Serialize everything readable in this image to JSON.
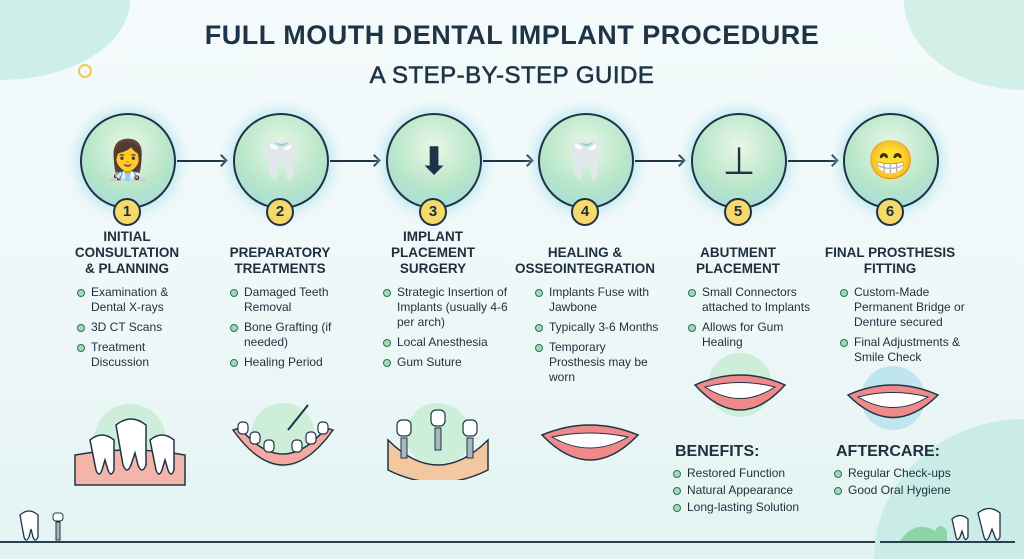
{
  "header": {
    "title": "FULL MOUTH DENTAL IMPLANT PROCEDURE",
    "subtitle": "A STEP-BY-STEP GUIDE"
  },
  "steps": [
    {
      "number": "1",
      "title": [
        "INITIAL",
        "CONSULTATION",
        "& PLANNING"
      ],
      "icon": "consultation-icon",
      "bullets": [
        "Examination & Dental X-rays",
        "3D CT Scans",
        "Treatment Discussion"
      ]
    },
    {
      "number": "2",
      "title": [
        "PREPARATORY",
        "TREATMENTS"
      ],
      "icon": "extraction-tools-icon",
      "bullets": [
        "Damaged Teeth Removal",
        "Bone Grafting (if needed)",
        "Healing Period"
      ]
    },
    {
      "number": "3",
      "title": [
        "IMPLANT",
        "PLACEMENT",
        "SURGERY"
      ],
      "icon": "implant-insertion-icon",
      "bullets": [
        "Strategic Insertion of Implants (usually 4-6 per arch)",
        "Local Anesthesia",
        "Gum Suture"
      ]
    },
    {
      "number": "4",
      "title": [
        "HEALING &",
        "OSSEOINTEGRATION"
      ],
      "icon": "implant-in-bone-icon",
      "bullets": [
        "Implants Fuse with Jawbone",
        "Typically 3-6 Months",
        "Temporary Prosthesis may be worn"
      ]
    },
    {
      "number": "5",
      "title": [
        "ABUTMENT",
        "PLACEMENT"
      ],
      "icon": "abutment-icon",
      "bullets": [
        "Small Connectors attached to Implants",
        "Allows for Gum Healing"
      ]
    },
    {
      "number": "6",
      "title": [
        "FINAL PROSTHESIS",
        "FITTING"
      ],
      "icon": "denture-icon",
      "bullets": [
        "Custom-Made Permanent Bridge or Denture secured",
        "Final Adjustments & Smile Check"
      ]
    }
  ],
  "benefits": {
    "heading": "BENEFITS:",
    "items": [
      "Restored Function",
      "Natural Appearance",
      "Long-lasting Solution"
    ]
  },
  "aftercare": {
    "heading": "AFTERCARE:",
    "items": [
      "Regular Check-ups",
      "Good Oral Hygiene"
    ]
  },
  "colors": {
    "text": "#1e3446",
    "badge": "#f6d96b",
    "mint": "#b8e6c9",
    "gum": "#f3a9a0"
  }
}
